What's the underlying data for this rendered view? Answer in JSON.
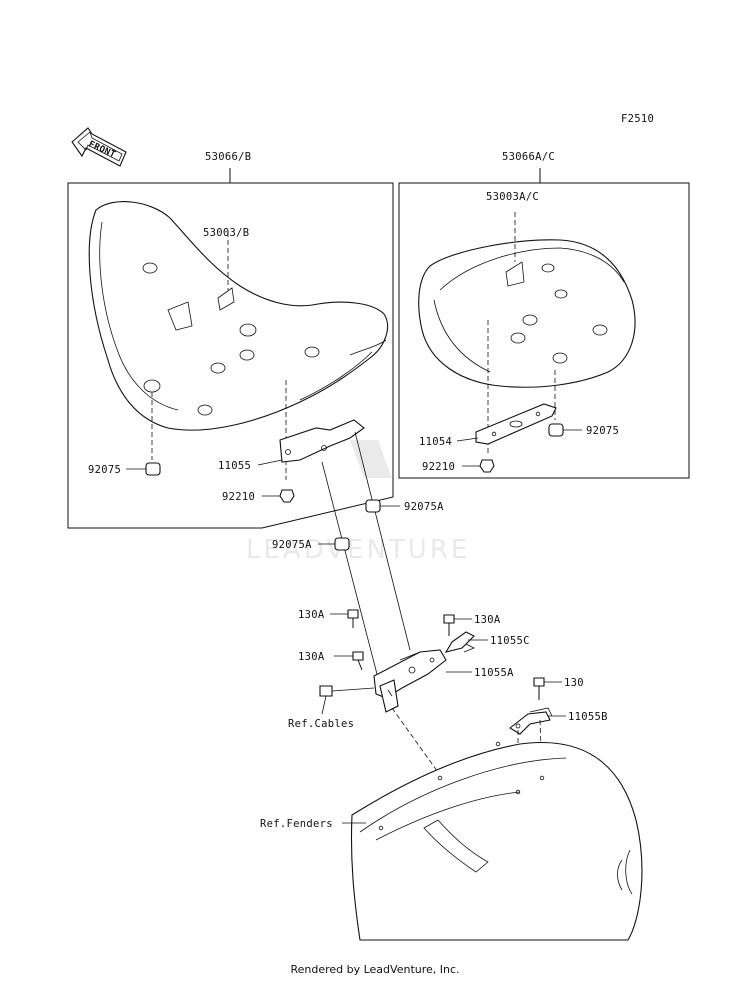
{
  "diagram_code": "F2510",
  "front_arrow_label": "FRONT",
  "watermark": "LEADVENTURE",
  "footer": "Rendered by LeadVenture, Inc.",
  "labels": {
    "front_seat_assy": "53066/B",
    "front_seat_base": "53003/B",
    "rear_seat_assy": "53066A/C",
    "rear_seat_base": "53003A/C",
    "front_damper": "92075",
    "front_bracket": "11055",
    "front_nut": "92210",
    "rear_bracket": "11054",
    "rear_nut": "92210",
    "rear_damper": "92075",
    "damper_a_upper": "92075A",
    "damper_a_lower": "92075A",
    "bolt_a_1": "130A",
    "bolt_a_2": "130A",
    "bolt_a_3": "130A",
    "bracket_c": "11055C",
    "bracket_a": "11055A",
    "ref_cables": "Ref.Cables",
    "bolt": "130",
    "bracket_b": "11055B",
    "ref_fenders": "Ref.Fenders"
  }
}
